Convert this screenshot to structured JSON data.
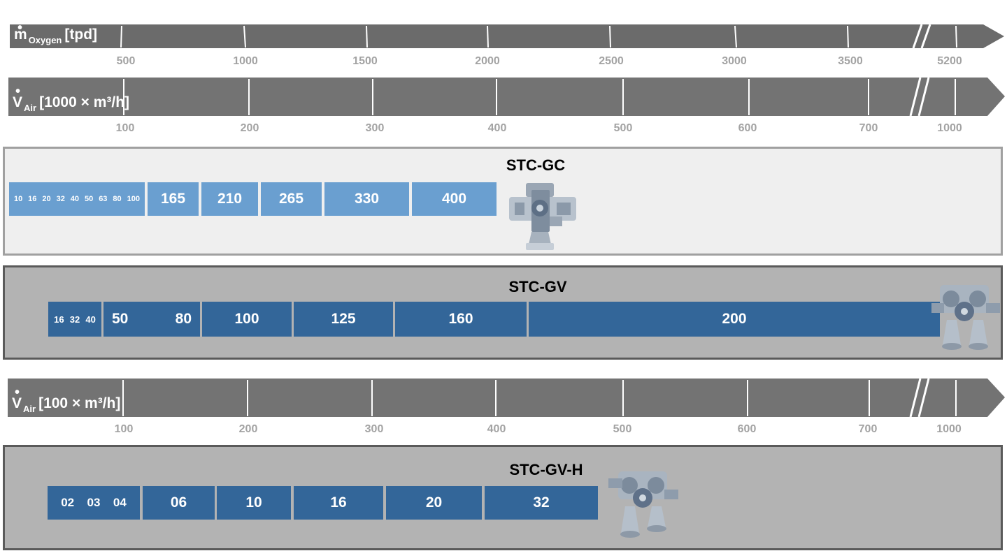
{
  "scales": {
    "oxygen": {
      "symbol": "m",
      "subscript": "Oxygen",
      "unit": "[tpd]",
      "ticks": [
        "500",
        "1000",
        "1500",
        "2000",
        "2500",
        "3000",
        "3500",
        "5200"
      ]
    },
    "air_gc": {
      "symbol": "V",
      "subscript": "Air",
      "unit": "[1000 × m³/h]",
      "ticks": [
        "100",
        "200",
        "300",
        "400",
        "500",
        "600",
        "700",
        "1000"
      ]
    },
    "air_gvh": {
      "symbol": "V",
      "subscript": "Air",
      "unit": "[100 × m³/h]",
      "ticks": [
        "100",
        "200",
        "300",
        "400",
        "500",
        "600",
        "700",
        "1000"
      ]
    }
  },
  "stc_gc": {
    "title": "STC-GC",
    "sizes_small": [
      "10",
      "16",
      "20",
      "32",
      "40",
      "50",
      "63",
      "80",
      "100"
    ],
    "sizes": [
      "165",
      "210",
      "265",
      "330",
      "400"
    ],
    "color": "#6a9fd0"
  },
  "stc_gv": {
    "title": "STC-GV",
    "sizes_small": [
      "16",
      "32",
      "40"
    ],
    "sizes_pair": [
      "50",
      "80"
    ],
    "sizes": [
      "100",
      "125",
      "160",
      "200"
    ],
    "color": "#336699"
  },
  "stc_gvh": {
    "title": "STC-GV-H",
    "sizes_small": [
      "02",
      "03",
      "04"
    ],
    "sizes": [
      "06",
      "10",
      "16",
      "20",
      "32"
    ],
    "color": "#336699"
  },
  "colors": {
    "axis_bar": "#6b6b6b",
    "panel_light": "#efefef",
    "panel_dark": "#b3b3b3",
    "panel_border": "#5a5a5a"
  }
}
